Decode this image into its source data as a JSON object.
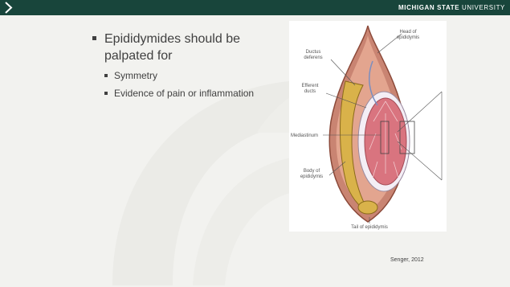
{
  "header": {
    "brand_bold": "MICHIGAN STATE",
    "brand_light": "UNIVERSITY"
  },
  "content": {
    "main_bullet_line1": "Epididymides should be",
    "main_bullet_line2": "palpated for",
    "sub_bullets": [
      "Symmetry",
      "Evidence of pain or inflammation"
    ]
  },
  "figure": {
    "labels": {
      "head": "Head of",
      "head2": "epididymis",
      "ductus": "Ductus",
      "deferens": "deferens",
      "efferent": "Efferent",
      "ducts": "ducts",
      "mediastinum": "Mediastinum",
      "body": "Body of",
      "body2": "epididymis",
      "tail": "Tail of epididymis"
    }
  },
  "citation": "Senger, 2012",
  "colors": {
    "header_bg": "#18453b",
    "text": "#404040",
    "background": "#f2f2ef"
  }
}
